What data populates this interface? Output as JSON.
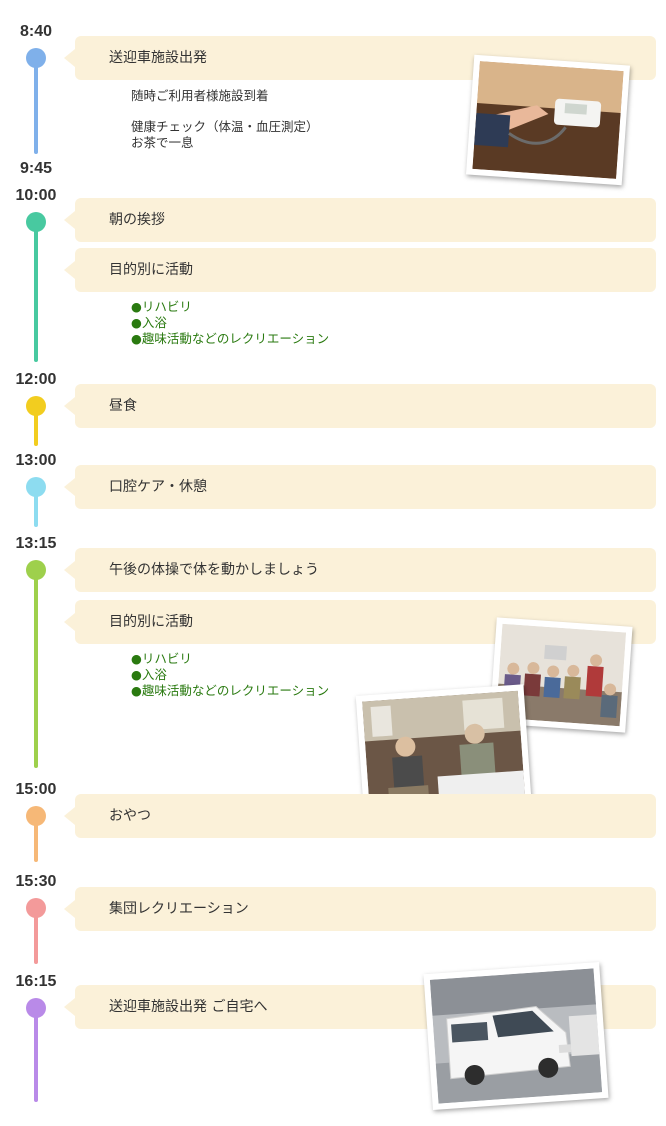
{
  "colors": {
    "bubble_bg": "#fbf1d9",
    "dot_blue": "#7fb0ea",
    "dot_teal": "#48c9a0",
    "dot_yellow": "#f2cd1f",
    "dot_cyan": "#8ddcf0",
    "dot_green": "#9ed04c",
    "dot_orange": "#f6b877",
    "dot_pink": "#f39a9a",
    "dot_purple": "#b98ae8",
    "activity_green": "#2a7a10"
  },
  "schedule": {
    "t0840": "8:40",
    "t0945": "9:45",
    "t1000": "10:00",
    "t1200": "12:00",
    "t1300": "13:00",
    "t1315": "13:15",
    "t1500": "15:00",
    "t1530": "15:30",
    "t1615": "16:15"
  },
  "events": {
    "departure": "送迎車施設出発",
    "arrival_note": "随時ご利用者様施設到着",
    "health_check": "健康チェック（体温・血圧測定）",
    "tea": "お茶で一息",
    "greeting": "朝の挨拶",
    "activity_morning": "目的別に活動",
    "lunch": "昼食",
    "oral_care": "口腔ケア・休憩",
    "exercise": "午後の体操で体を動かしましょう",
    "activity_afternoon": "目的別に活動",
    "snack": "おやつ",
    "group_recreation": "集団レクリエーション",
    "return": "送迎車施設出発 ご自宅へ"
  },
  "activities": {
    "items": [
      "●リハビリ",
      "●入浴",
      "●趣味活動などのレクリエーション"
    ]
  },
  "photos": {
    "blood_pressure": "blood-pressure-photo",
    "group_session": "group-session-photo",
    "crafts": "crafts-photo",
    "van": "van-photo"
  }
}
